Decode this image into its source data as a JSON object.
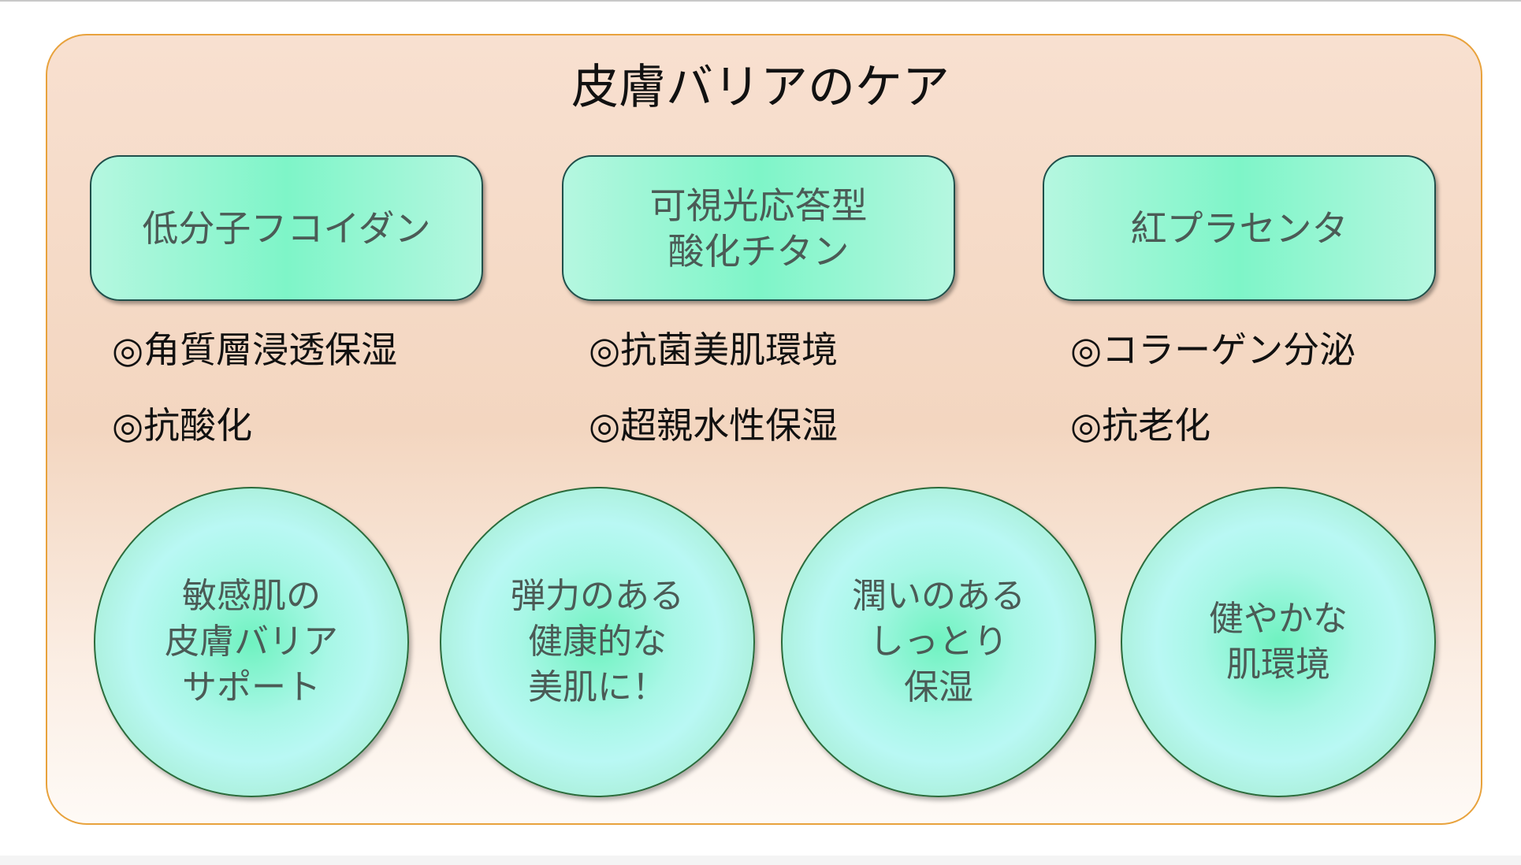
{
  "title": "皮膚バリアのケア",
  "ingredients": [
    {
      "name_lines": [
        "低分子フコイダン"
      ],
      "benefits": [
        "◎角質層浸透保湿",
        "◎抗酸化"
      ]
    },
    {
      "name_lines": [
        "可視光応答型",
        "酸化チタン"
      ],
      "benefits": [
        "◎抗菌美肌環境",
        "◎超親水性保湿"
      ]
    },
    {
      "name_lines": [
        "紅プラセンタ"
      ],
      "benefits": [
        "◎コラーゲン分泌",
        "◎抗老化"
      ]
    }
  ],
  "results": [
    {
      "lines": [
        "敏感肌の",
        "皮膚バリア",
        "サポート"
      ]
    },
    {
      "lines": [
        "弾力のある",
        "健康的な",
        "美肌に！"
      ]
    },
    {
      "lines": [
        "潤いのある",
        "しっとり",
        "保湿"
      ]
    },
    {
      "lines": [
        "健やかな",
        "肌環境"
      ]
    }
  ],
  "colors": {
    "panel_border": "#e8a23c",
    "box_fill": "#7ef5c8",
    "circle_fill": "#b9f8f4",
    "text": "#4b5b56"
  }
}
